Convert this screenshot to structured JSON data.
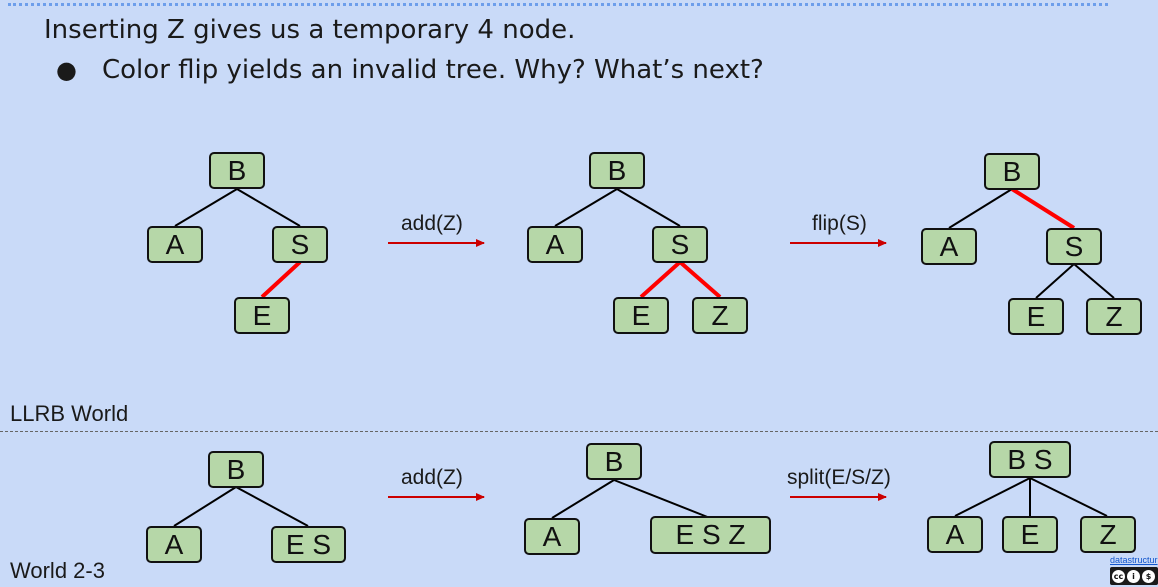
{
  "slide": {
    "title": "Inserting Z gives us a temporary 4 node.",
    "bullet_symbol": "●",
    "bullet": "Color flip yields an invalid tree. Why? What’s next?"
  },
  "colors": {
    "background": "#c9daf8",
    "node_fill": "#b6d7a8",
    "red_link": "#ff0000",
    "arrow": "#cc0000",
    "black_link": "#000000"
  },
  "llrb": {
    "section_label": "LLRB World",
    "trees": [
      {
        "nodes": [
          "B",
          "A",
          "S",
          "E"
        ],
        "edges": [
          {
            "from": "B",
            "to": "A",
            "color": "black"
          },
          {
            "from": "B",
            "to": "S",
            "color": "black"
          },
          {
            "from": "S",
            "to": "E",
            "color": "red"
          }
        ]
      },
      {
        "nodes": [
          "B",
          "A",
          "S",
          "E",
          "Z"
        ],
        "edges": [
          {
            "from": "B",
            "to": "A",
            "color": "black"
          },
          {
            "from": "B",
            "to": "S",
            "color": "black"
          },
          {
            "from": "S",
            "to": "E",
            "color": "red"
          },
          {
            "from": "S",
            "to": "Z",
            "color": "red"
          }
        ]
      },
      {
        "nodes": [
          "B",
          "A",
          "S",
          "E",
          "Z"
        ],
        "edges": [
          {
            "from": "B",
            "to": "A",
            "color": "black"
          },
          {
            "from": "B",
            "to": "S",
            "color": "red"
          },
          {
            "from": "S",
            "to": "E",
            "color": "black"
          },
          {
            "from": "S",
            "to": "Z",
            "color": "black"
          }
        ]
      }
    ],
    "arrows": [
      {
        "label": "add(Z)"
      },
      {
        "label": "flip(S)"
      }
    ]
  },
  "two_three": {
    "section_label": "World 2-3",
    "trees": [
      {
        "nodes": [
          "B",
          "A",
          "E S"
        ]
      },
      {
        "nodes": [
          "B",
          "A",
          "E S Z"
        ]
      },
      {
        "nodes": [
          "B S",
          "A",
          "E",
          "Z"
        ]
      }
    ],
    "arrows": [
      {
        "label": "add(Z)"
      },
      {
        "label": "split(E/S/Z)"
      }
    ]
  },
  "credit": {
    "link_text": "datastructur",
    "license_icons": [
      "cc-icon",
      "by-icon",
      "nc-icon"
    ],
    "license_glyphs": [
      "cc",
      "i",
      "$"
    ]
  }
}
